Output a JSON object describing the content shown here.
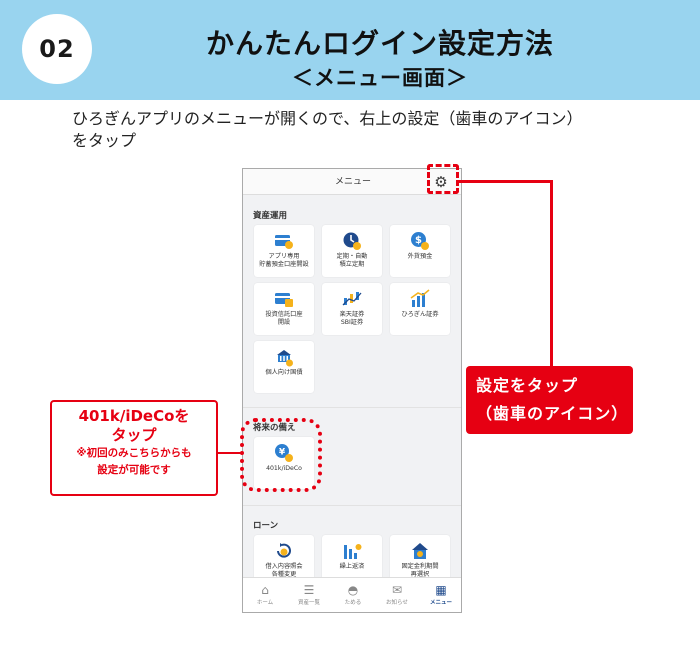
{
  "header": {
    "step_number": "02",
    "title": "かんたんログイン設定方法",
    "subtitle": "＜メニュー画面＞"
  },
  "instruction": {
    "line1": "ひろぎんアプリのメニューが開くので、右上の設定（歯車のアイコン）",
    "line2": "をタップ"
  },
  "phone": {
    "header_title": "メニュー",
    "settings_icon": "gear-icon",
    "sections": {
      "asset": {
        "label": "資産運用",
        "tiles": [
          {
            "icon": "card-icon",
            "line1": "アプリ専用",
            "line2": "貯蓄預金口座開設"
          },
          {
            "icon": "clock-yen-icon",
            "line1": "定期・自動",
            "line2": "積立定期"
          },
          {
            "icon": "dollar-yen-icon",
            "line1": "外貨預金",
            "line2": ""
          },
          {
            "icon": "card-chart-icon",
            "line1": "投資信託口座",
            "line2": "開設"
          },
          {
            "icon": "candlestick-icon",
            "line1": "楽天証券",
            "line2": "SBI証券"
          },
          {
            "icon": "bar-chart-icon",
            "line1": "ひろぎん証券",
            "line2": ""
          },
          {
            "icon": "government-bond-icon",
            "line1": "個人向け国債",
            "line2": ""
          }
        ]
      },
      "future": {
        "label": "将来の備え",
        "tiles": [
          {
            "icon": "yen-person-icon",
            "line1": "401k/iDeCo",
            "line2": ""
          }
        ]
      },
      "loan": {
        "label": "ローン",
        "tiles": [
          {
            "icon": "refresh-yen-icon",
            "line1": "借入内容照会",
            "line2": "各種変更"
          },
          {
            "icon": "bar-decline-icon",
            "line1": "繰上返済",
            "line2": ""
          },
          {
            "icon": "house-percent-icon",
            "line1": "固定金利期間",
            "line2": "再選択"
          }
        ]
      }
    },
    "tabbar": [
      {
        "icon": "home-icon",
        "label": "ホーム",
        "active": false
      },
      {
        "icon": "list-icon",
        "label": "資産一覧",
        "active": false
      },
      {
        "icon": "piggy-bank-icon",
        "label": "ためる",
        "active": false
      },
      {
        "icon": "envelope-icon",
        "label": "お知らせ",
        "active": false
      },
      {
        "icon": "grid-icon",
        "label": "メニュー",
        "active": true
      }
    ]
  },
  "callouts": {
    "right_line1": "設定をタップ",
    "right_line2": "（歯車のアイコン）",
    "left_line1": "401k/iDeCoを",
    "left_line2": "タップ",
    "left_line3": "※初回のみこちらからも",
    "left_line4": "設定が可能です"
  },
  "colors": {
    "header_band": "#99d4ef",
    "annotation_red": "#e60012",
    "accent_navy": "#1f4a8c",
    "icon_blue": "#2d7fd0",
    "icon_gold": "#f5b21b"
  }
}
